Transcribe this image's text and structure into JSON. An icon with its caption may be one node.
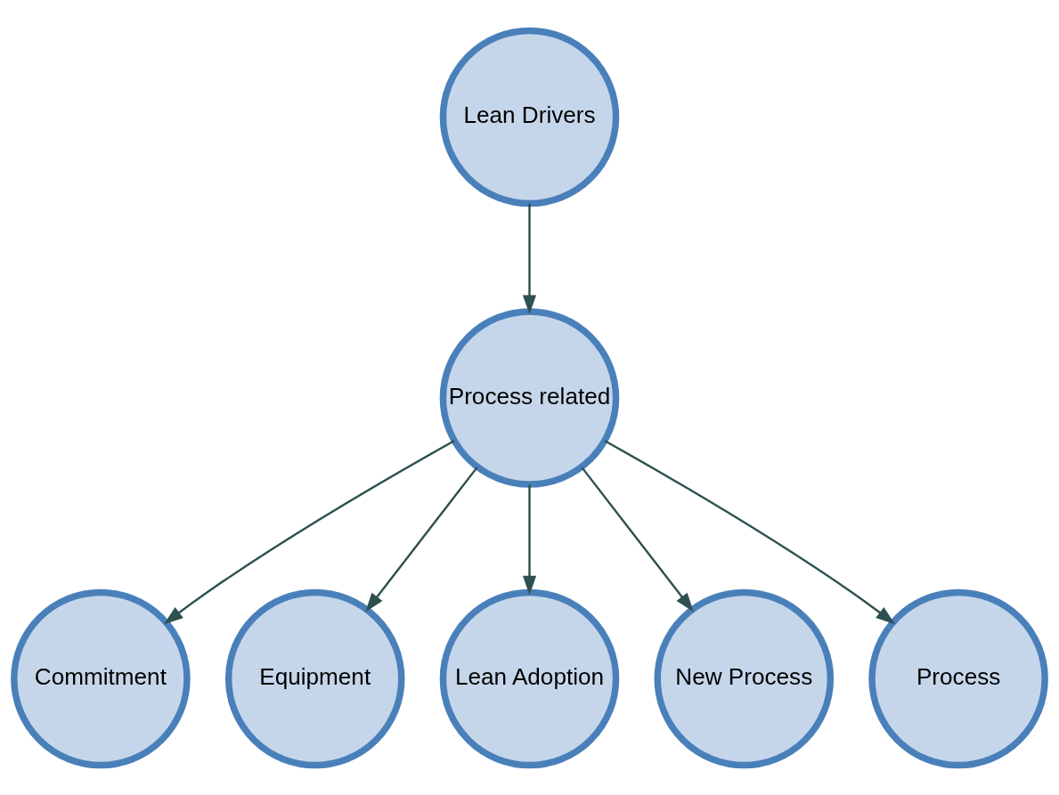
{
  "diagram": {
    "nodes": [
      {
        "text": [
          "Lean Drivers"
        ]
      },
      {
        "text": [
          "Process related"
        ]
      },
      {
        "text": [
          "Commitment"
        ]
      },
      {
        "text": [
          "Equipment"
        ]
      },
      {
        "text": [
          "Lean Adoption"
        ]
      },
      {
        "text": [
          "New Process"
        ]
      },
      {
        "text": [
          "Process"
        ]
      }
    ],
    "edges": [
      {
        "from": 0,
        "to": 1,
        "arrow": "to"
      },
      {
        "from": 1,
        "to": 2,
        "arrow": "to"
      },
      {
        "from": 1,
        "to": 3,
        "arrow": "to"
      },
      {
        "from": 1,
        "to": 4,
        "arrow": "to"
      },
      {
        "from": 1,
        "to": 5,
        "arrow": "to"
      },
      {
        "from": 1,
        "to": 6,
        "arrow": "to"
      }
    ]
  }
}
